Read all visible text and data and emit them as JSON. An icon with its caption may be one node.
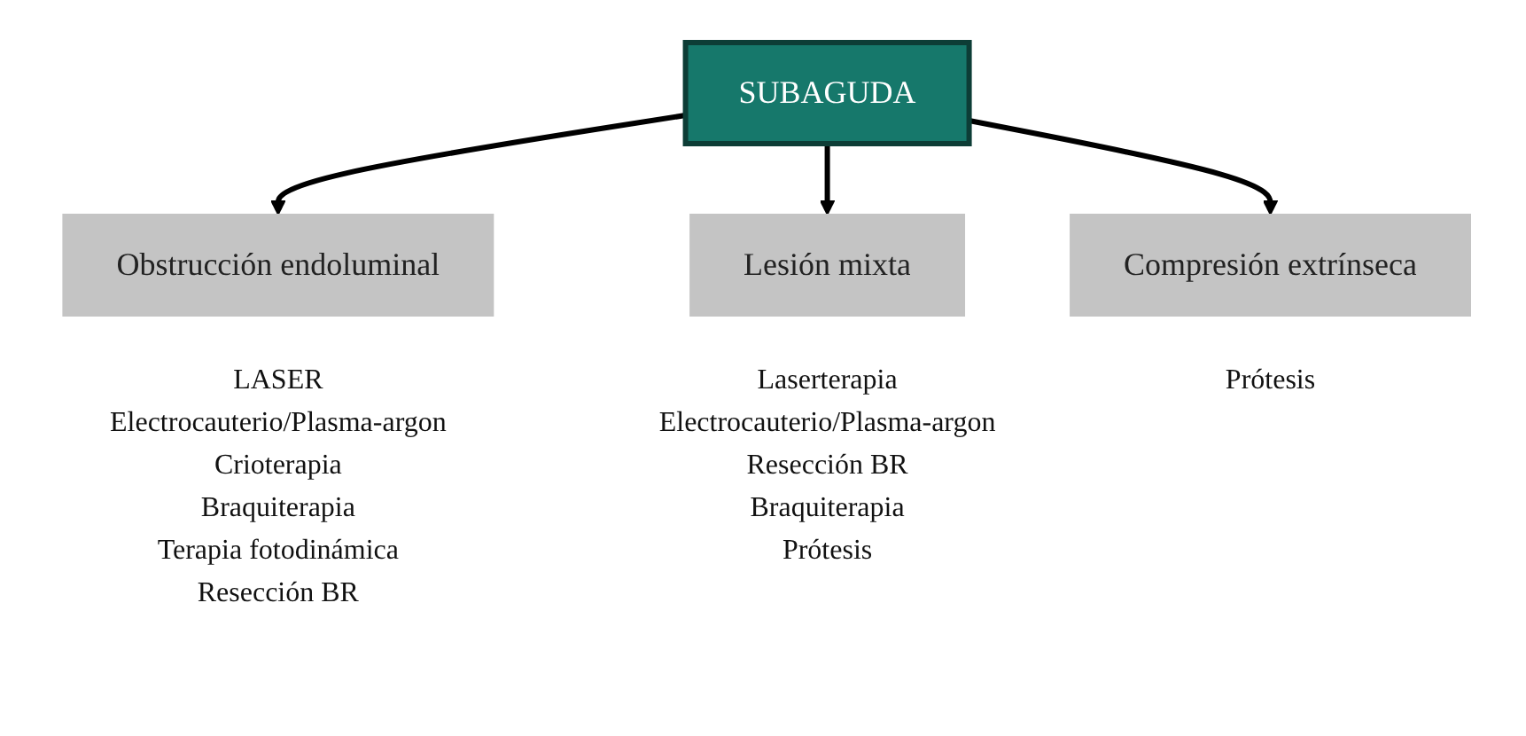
{
  "diagram": {
    "nodes": [
      {
        "text": [
          "SUBAGUDA"
        ]
      },
      {
        "text": [
          "Obstrucción endoluminal"
        ],
        "beside": [
          "LASER",
          "Electrocauterio/Plasma-argon",
          "Crioterapia",
          "Braquiterapia",
          "Terapia fotodinámica",
          "Resección BR"
        ]
      },
      {
        "text": [
          "Lesión mixta"
        ],
        "beside": [
          "Laserterapia",
          "Electrocauterio/Plasma-argon",
          "Resección BR",
          "Braquiterapia",
          "Prótesis"
        ]
      },
      {
        "text": [
          "Compresión extrínseca"
        ],
        "beside": [
          "Prótesis"
        ]
      }
    ],
    "edges": [
      {
        "from": 0,
        "to": 1,
        "arrow": "to"
      },
      {
        "from": 0,
        "to": 2,
        "arrow": "to"
      },
      {
        "from": 0,
        "to": 3,
        "arrow": "to"
      }
    ]
  }
}
